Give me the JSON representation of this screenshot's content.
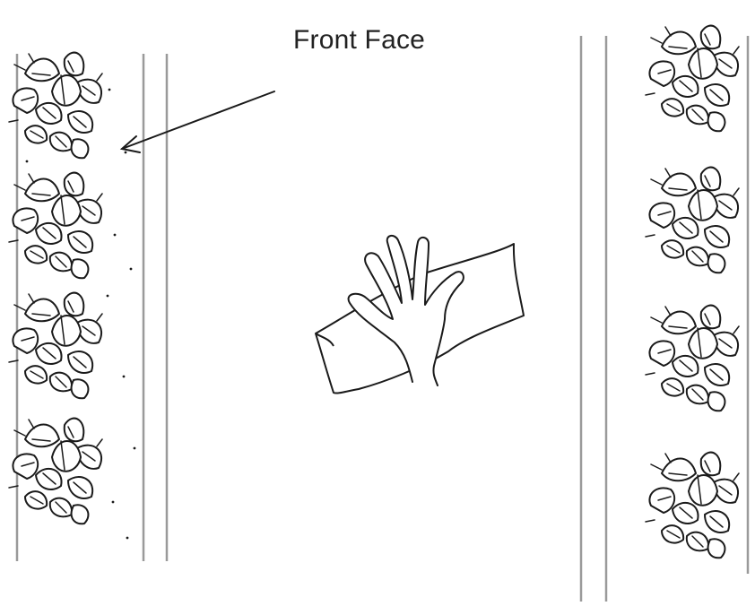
{
  "diagram": {
    "label": "Front Face",
    "colors": {
      "ink": "#1a1a1a",
      "rail": "#9a9a9a",
      "background": "#ffffff"
    },
    "left_panel": {
      "ornaments": 4,
      "motif": "leaf-flower-icon"
    },
    "right_panel": {
      "ornaments": 4,
      "motif": "leaf-flower-icon"
    },
    "center": {
      "icons": [
        "hand-icon",
        "cloth-icon"
      ]
    }
  }
}
